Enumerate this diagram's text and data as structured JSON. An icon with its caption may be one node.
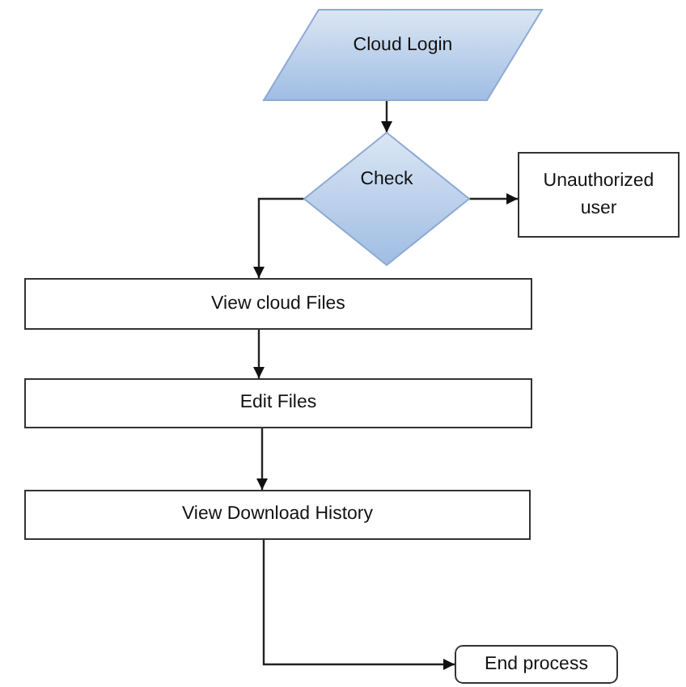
{
  "diagram": {
    "nodes": [
      {
        "text": [
          "Cloud Login"
        ]
      },
      {
        "text": [
          "Check"
        ]
      },
      {
        "text": [
          "Unauthorized user"
        ]
      },
      {
        "text": [
          "View cloud Files"
        ]
      },
      {
        "text": [
          "Edit Files"
        ]
      },
      {
        "text": [
          "View Download History"
        ]
      },
      {
        "text": [
          "End process"
        ]
      }
    ],
    "edges": [
      {
        "from": 0,
        "to": 1,
        "arrow": "to"
      },
      {
        "from": 1,
        "to": 2,
        "arrow": "to"
      },
      {
        "from": 1,
        "to": 3,
        "arrow": "to"
      },
      {
        "from": 3,
        "to": 4,
        "arrow": "to"
      },
      {
        "from": 4,
        "to": 5,
        "arrow": "to"
      },
      {
        "from": 5,
        "to": 6,
        "arrow": "to"
      }
    ]
  }
}
